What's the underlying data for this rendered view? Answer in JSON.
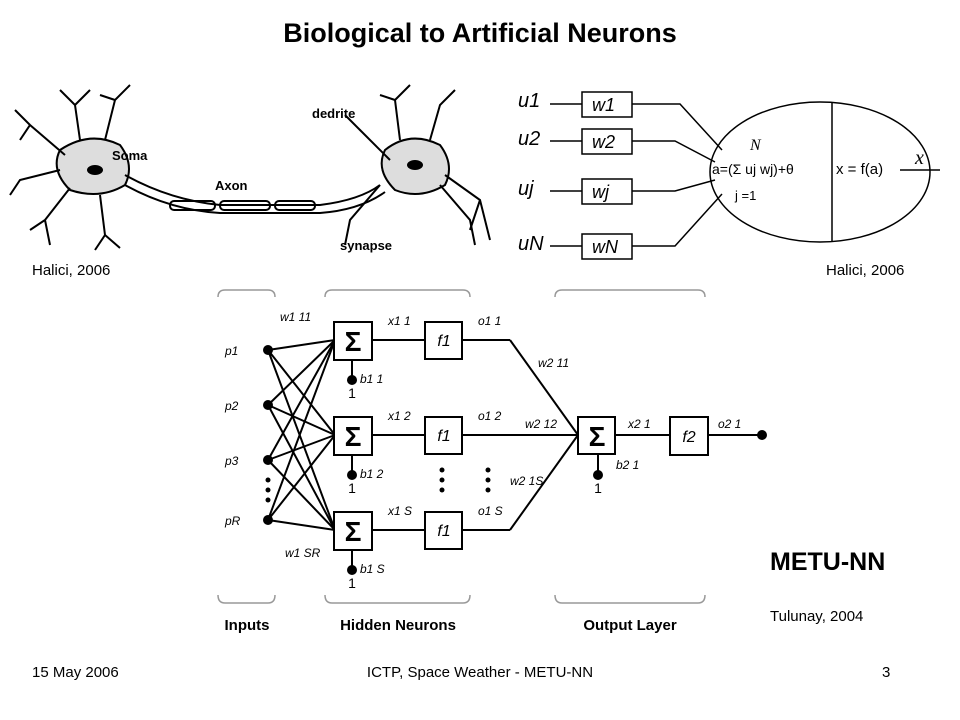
{
  "slide": {
    "title": "Biological to Artificial Neurons",
    "citation_left": "Halici, 2006",
    "citation_right": "Halici, 2006",
    "network_name": "METU-NN",
    "network_citation": "Tulunay, 2004"
  },
  "biological_neuron": {
    "labels": {
      "soma": "Soma",
      "axon": "Axon",
      "dendrite": "dedrite",
      "synapse": "synapse"
    }
  },
  "artificial_neuron": {
    "inputs": [
      "u1",
      "u2",
      "uj",
      "uN"
    ],
    "weights": [
      "w1",
      "w2",
      "wj",
      "wN"
    ],
    "activation_formula": "a=(Σ uj wj)+θ",
    "sum_upper": "N",
    "sum_lower": "j =1",
    "output_formula": "x = f(a)",
    "output": "x"
  },
  "network": {
    "inputs": [
      "p1",
      "p2",
      "p3",
      "pR"
    ],
    "input_weight_top": "w1 11",
    "input_weight_bottom": "w1 SR",
    "hidden": [
      {
        "x": "x1 1",
        "f": "f1",
        "b": "b1 1",
        "o": "o1 1",
        "one": "1"
      },
      {
        "x": "x1 2",
        "f": "f1",
        "b": "b1 2",
        "o": "o1 2",
        "one": "1"
      },
      {
        "x": "x1 S",
        "f": "f1",
        "b": "b1 S",
        "o": "o1 S",
        "one": "1"
      }
    ],
    "output_weights": [
      "w2 11",
      "w2 12",
      "w2 1S"
    ],
    "output": {
      "x": "x2 1",
      "f": "f2",
      "b": "b2 1",
      "o": "o2 1",
      "one": "1"
    },
    "groups": [
      "Inputs",
      "Hidden Neurons",
      "Output Layer"
    ]
  },
  "footer": {
    "date": "15 May 2006",
    "center": "ICTP, Space Weather - METU-NN",
    "page": "3"
  }
}
